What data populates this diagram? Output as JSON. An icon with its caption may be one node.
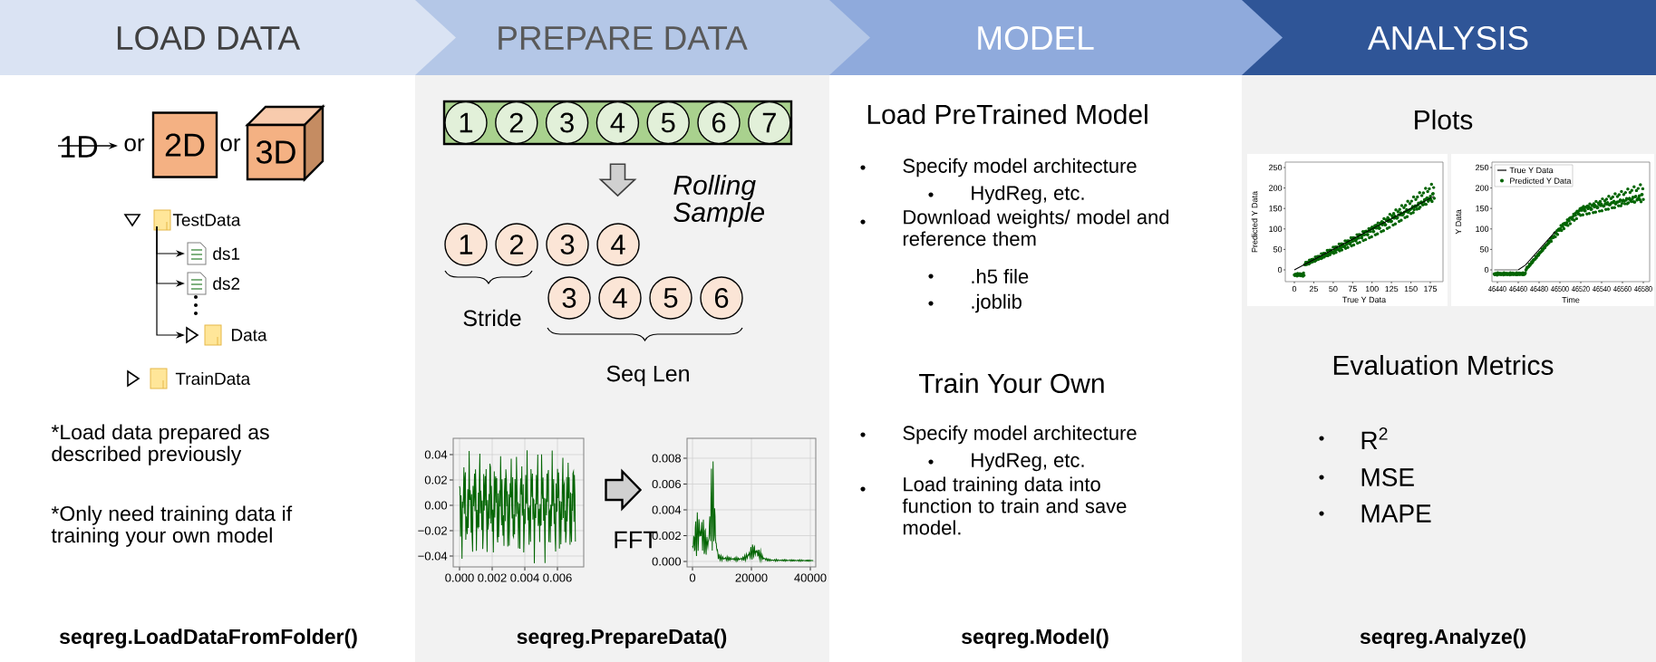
{
  "diagram": {
    "nodes": [
      {
        "text": [
          "LOAD DATA"
        ]
      },
      {
        "text": [
          "PREPARE DATA"
        ]
      },
      {
        "text": [
          "MODEL"
        ]
      },
      {
        "text": [
          "ANALYSIS"
        ]
      },
      {
        "text": [
          "2D"
        ]
      },
      {
        "text": [
          "3D"
        ]
      },
      {
        "text": [
          "TestData"
        ]
      },
      {
        "text": [
          "ds1"
        ]
      },
      {
        "text": [
          "ds2"
        ]
      },
      {
        "text": [
          "Data"
        ]
      },
      {
        "text": [],
        "shape": "bar"
      },
      {
        "text": [
          "1"
        ],
        "in": 10
      },
      {
        "text": [
          "2"
        ],
        "in": 10
      },
      {
        "text": [
          "3"
        ],
        "in": 10
      },
      {
        "text": [
          "4"
        ],
        "in": 10
      },
      {
        "text": [
          "5"
        ],
        "in": 10
      },
      {
        "text": [
          "6"
        ],
        "in": 10
      },
      {
        "text": [
          "7"
        ],
        "in": 10
      },
      {
        "text": [
          "1"
        ]
      },
      {
        "text": [
          "2"
        ]
      },
      {
        "text": [
          "3"
        ]
      },
      {
        "text": [
          "4"
        ]
      },
      {
        "text": [
          "3"
        ]
      },
      {
        "text": [
          "4"
        ]
      },
      {
        "text": [
          "5"
        ]
      },
      {
        "text": [
          "6"
        ]
      },
      {
        "text": [],
        "shape": "chart"
      },
      {
        "text": [],
        "shape": "chart"
      }
    ],
    "edges": [
      {
        "from": 6,
        "to": 7,
        "arrow": "to"
      },
      {
        "from": 6,
        "to": 8,
        "arrow": "to"
      },
      {
        "from": 6,
        "to": 9,
        "arrow": "to"
      },
      {
        "from": 10,
        "to": null,
        "arrow": "to"
      },
      {
        "from": 26,
        "to": 27,
        "arrow": "to",
        "label": "FFT"
      }
    ],
    "labels": [
      "1D",
      "or",
      "or",
      "TrainData",
      "*Load data prepared as described previously",
      "*Only need training data if training your own model",
      "seqreg.LoadDataFromFolder()",
      "Rolling Sample",
      "Stride",
      "Seq Len",
      "0.04",
      "0.02",
      "0.00",
      "−0.02",
      "−0.04",
      "0.000",
      "0.002",
      "0.004",
      "0.006",
      "0.008",
      "0.006",
      "0.004",
      "0.002",
      "0.000",
      "0",
      "20000",
      "40000",
      "seqreg.PrepareData()",
      "Load PreTrained Model",
      "Specify model architecture",
      "HydReg, etc.",
      "Download weights/ model and reference them",
      ".h5 file",
      ".joblib",
      "Train Your Own",
      "Specify model architecture",
      "HydReg, etc.",
      "Load training data into function to train and save model.",
      "seqreg.Model()",
      "Plots",
      "250",
      "200",
      "150",
      "100",
      "50",
      "0",
      "0",
      "25",
      "50",
      "75",
      "100",
      "125",
      "150",
      "175",
      "True Y Data",
      "Predicted Y Data",
      "250",
      "200",
      "150",
      "100",
      "50",
      "0",
      "46440",
      "46460",
      "46480",
      "46500",
      "46520",
      "46540",
      "46560",
      "46580",
      "Time",
      "Y Data",
      "Evaluation Metrics",
      "R$^{2}$",
      "MSE",
      "MAPE",
      "seqreg.Analyze()"
    ],
    "legend": [
      {
        "text": "True Y Data"
      },
      {
        "text": "Predicted Y Data"
      }
    ]
  }
}
